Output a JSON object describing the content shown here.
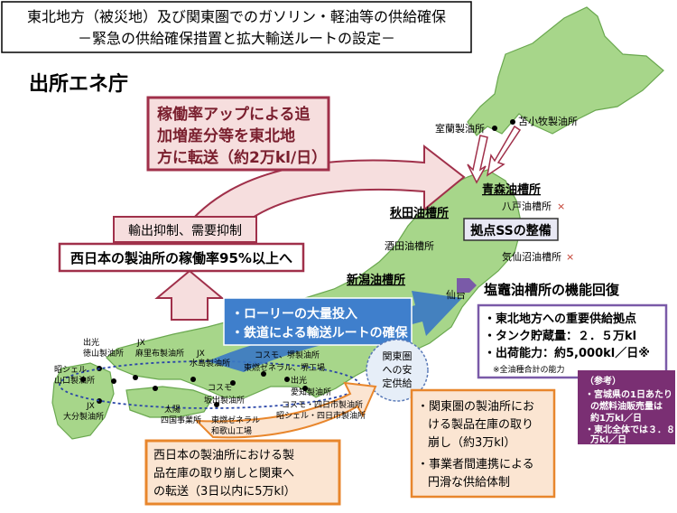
{
  "title": {
    "line1": "東北地方（被災地）及び関東圏でのガソリン・軽油等の供給確保",
    "line2": "－緊急の供給確保措置と拡大輸送ルートの設定－"
  },
  "source": "出所エネ庁",
  "boxes": {
    "increase": {
      "line1": "稼働率アップによる追",
      "line2": "加増産分等を東北地",
      "line3": "方に転送（約2万kl/日）"
    },
    "export_limit": "輸出抑制、需要抑制",
    "operating_rate": "西日本の製油所の稼働率95%以上へ",
    "lorry": {
      "line1": "・ローリーの大量投入",
      "line2": "・鉄道による輸送ルートの確保"
    },
    "kanto_supply": {
      "line1": "関東圏",
      "line2": "への安",
      "line3": "定供給"
    },
    "kanto_inventory": {
      "line1": "・関東圏の製油所にお",
      "line2": "ける製品在庫の取り",
      "line3": "崩し（約3万kl）",
      "line4": "・事業者間連携による",
      "line5": "円滑な供給体制"
    },
    "west_inventory": {
      "line1": "西日本の製油所における製",
      "line2": "品在庫の取り崩しと関東へ",
      "line3": "の転送（3日以内に5万kl）"
    },
    "ss": "拠点SSの整備",
    "shiogama_title": "塩竈油槽所の機能回復",
    "shiogama": {
      "line1": "・東北地方への重要供給拠点",
      "line2": "・タンク貯蔵量：２．５万kl",
      "line3": "・出荷能力：約5,000kl／日※",
      "note": "※全油種合計の能力"
    },
    "reference": {
      "title": "（参考）",
      "line1": "・宮城県の1日あたり",
      "line2": "の燃料油販売量は",
      "line3": "約1万kl／日",
      "line4": "・東北全体では３．８",
      "line5": "万kl／日"
    }
  },
  "places": {
    "muroran": "室蘭製油所",
    "tomakomai": "苫小牧製油所",
    "aomori": "青森油槽所",
    "hachinohe": "八戸油槽所",
    "akita": "秋田油槽所",
    "sakata": "酒田油槽所",
    "kesennuma": "気仙沼油槽所",
    "niigata": "新潟油槽所",
    "sendai": "仙台",
    "idemitsu_tokuyama_1": "出光",
    "idemitsu_tokuyama_2": "徳山製油所",
    "showa_yamaguchi_1": "昭シェル",
    "showa_yamaguchi_2": "山口製油所",
    "jx_oita_1": "JX",
    "jx_oita_2": "大分製油所",
    "jx_mizushima_1": "JX",
    "jx_mizushima_2": "水島製油所",
    "jx_asamu_1": "JX",
    "jx_asamu_2": "麻里布製油所",
    "cosmo_sakaide_1": "コスモ",
    "cosmo_sakaide_2": "坂出製油所",
    "taiyo_1": "太陽",
    "taiyo_2": "四国事業所",
    "cosmo_yokkaichi": "コスモ、堺製油所",
    "tonen": "東燃ゼネラル、堺工場",
    "idemitsu_aichi_1": "出光",
    "idemitsu_aichi_2": "愛知製油所",
    "cosmo_yokkaichi2": "コスモ・四日市製油所",
    "showa_yokkaichi": "昭シェル・四日市製油所",
    "tonen_wakayama_1": "東燃ゼネラル",
    "tonen_wakayama_2": "和歌山工場"
  },
  "marks": {
    "cross": "×"
  },
  "colors": {
    "land": "#a7d68a",
    "land_stroke": "#6aa84f",
    "sea": "#ffffff",
    "dark_red": "#a0304a",
    "box_red_fill": "#f6dede",
    "blue_arrow": "#3a78c4",
    "lorry_fill": "#3f7fcc",
    "orange": "#e8862c",
    "box_orange_fill": "#fbe5d2",
    "purple": "#7a5aa8",
    "ref_fill": "#7a2f73",
    "ss_fill": "#e8e8f4"
  }
}
